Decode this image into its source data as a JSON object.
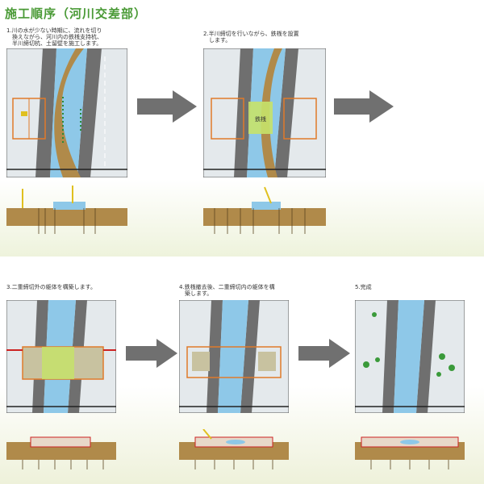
{
  "title": "施工順序（河川交差部）",
  "steps": [
    {
      "caption": "1.川の水が少ない時期に、流れを切り\n　換えながら、河川内の鉄桟支持杭、\n　半川締切杭、土留壁を施工します。",
      "label": ""
    },
    {
      "caption": "2.半川締切を行いながら、鉄桟を設置\n　します。",
      "label": "鉄桟"
    },
    {
      "caption": "3.二重締切外の躯体を構築します。",
      "label": ""
    },
    {
      "caption": "4.鉄桟撤去後、二重締切内の躯体を構\n　築します。",
      "label": ""
    },
    {
      "caption": "5.完成",
      "label": ""
    }
  ],
  "colors": {
    "title": "#4a9a36",
    "river": "#8ec8e8",
    "earth": "#b08a4a",
    "road": "#6f6f6f",
    "sidewalk": "#d6dde2",
    "box": "#e07a2a"
  }
}
